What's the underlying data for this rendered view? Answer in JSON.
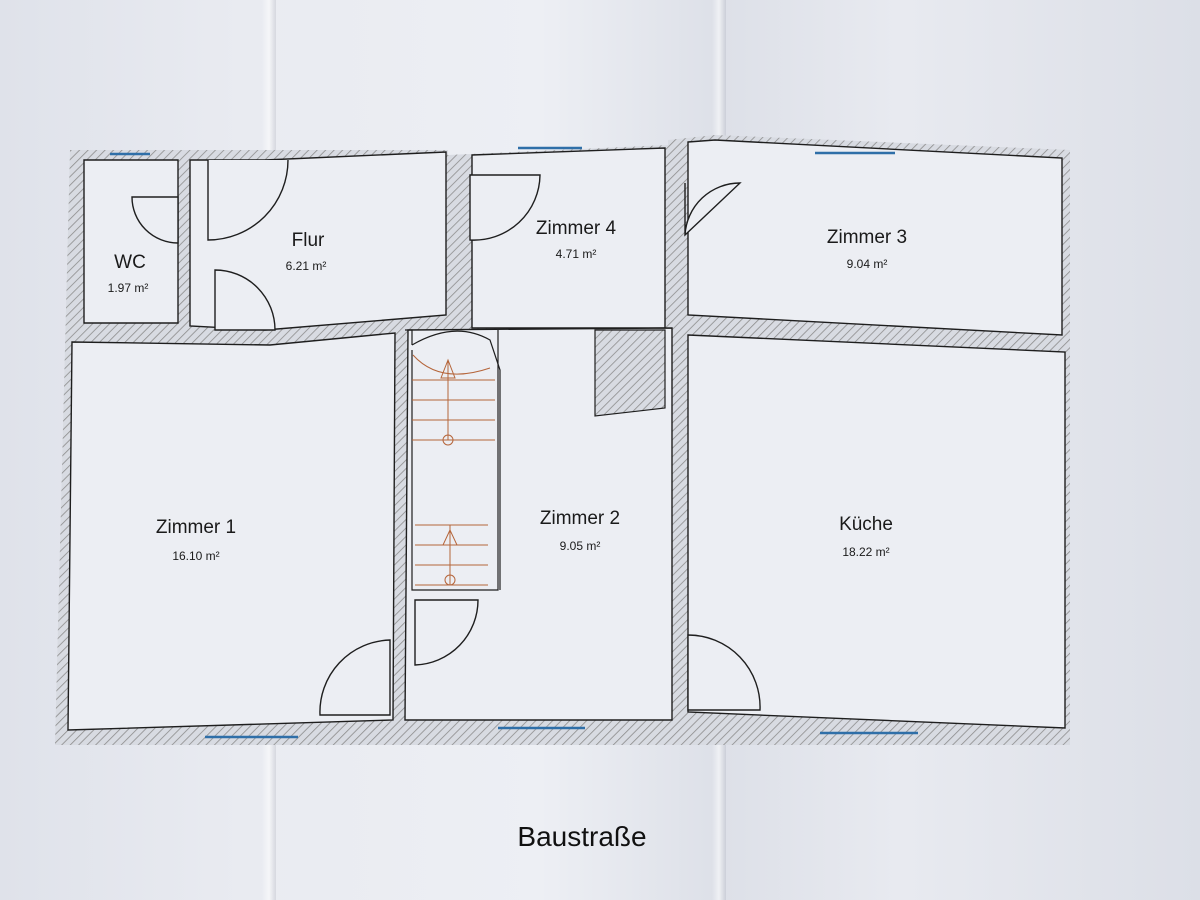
{
  "rooms": [
    {
      "name": "WC",
      "area": "1.97 m²"
    },
    {
      "name": "Flur",
      "area": "6.21 m²"
    },
    {
      "name": "Zimmer 4",
      "area": "4.71 m²"
    },
    {
      "name": "Zimmer 3",
      "area": "9.04 m²"
    },
    {
      "name": "Zimmer 1",
      "area": "16.10 m²"
    },
    {
      "name": "Zimmer 2",
      "area": "9.05 m²"
    },
    {
      "name": "Küche",
      "area": "18.22 m²"
    }
  ],
  "street": "Baustraße",
  "colors": {
    "wall_line": "#1e1e1e",
    "hatch": "#8c8c8c",
    "window": "#2f6fa8",
    "stair": "#b5653a",
    "paper": "#eceef3"
  }
}
